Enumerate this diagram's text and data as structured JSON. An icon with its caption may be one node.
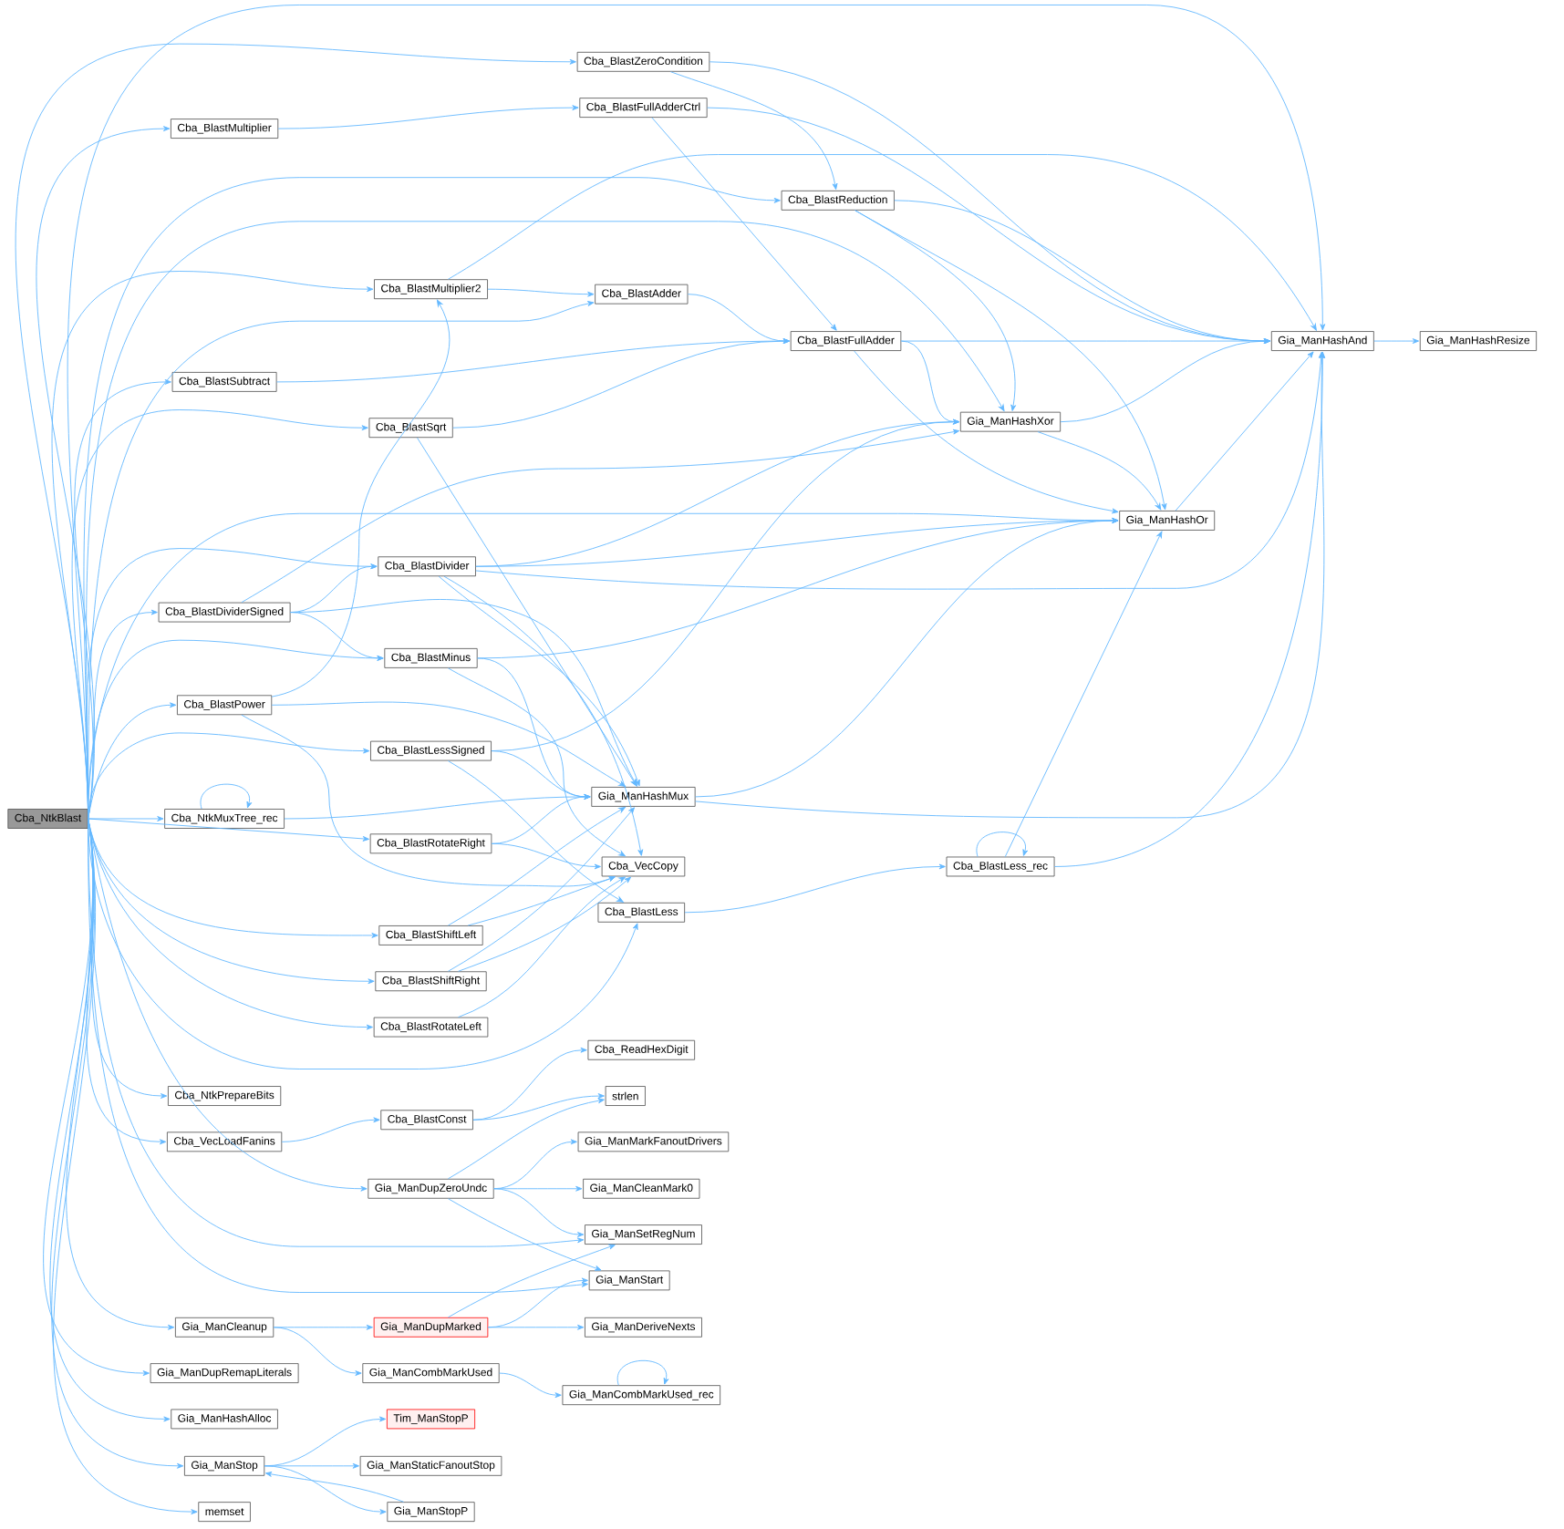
{
  "diagram": {
    "nodes": [
      {
        "text": [
          "Cba_NtkBlast"
        ]
      },
      {
        "text": [
          "Cba_BlastZeroCondition"
        ]
      },
      {
        "text": [
          "Cba_BlastMultiplier"
        ]
      },
      {
        "text": [
          "Cba_BlastFullAdderCtrl"
        ]
      },
      {
        "text": [
          "Cba_BlastReduction"
        ]
      },
      {
        "text": [
          "Cba_BlastMultiplier2"
        ]
      },
      {
        "text": [
          "Cba_BlastAdder"
        ]
      },
      {
        "text": [
          "Cba_BlastFullAdder"
        ]
      },
      {
        "text": [
          "Gia_ManHashAnd"
        ]
      },
      {
        "text": [
          "Gia_ManHashResize"
        ]
      },
      {
        "text": [
          "Cba_BlastSubtract"
        ]
      },
      {
        "text": [
          "Cba_BlastSqrt"
        ]
      },
      {
        "text": [
          "Gia_ManHashXor"
        ]
      },
      {
        "text": [
          "Gia_ManHashOr"
        ]
      },
      {
        "text": [
          "Cba_BlastDivider"
        ]
      },
      {
        "text": [
          "Cba_BlastDividerSigned"
        ]
      },
      {
        "text": [
          "Cba_BlastMinus"
        ]
      },
      {
        "text": [
          "Cba_BlastPower"
        ]
      },
      {
        "text": [
          "Cba_BlastLessSigned"
        ]
      },
      {
        "text": [
          "Gia_ManHashMux"
        ]
      },
      {
        "text": [
          "Cba_NtkMuxTree_rec"
        ]
      },
      {
        "text": [
          "Cba_BlastRotateRight"
        ]
      },
      {
        "text": [
          "Cba_VecCopy"
        ]
      },
      {
        "text": [
          "Cba_BlastLess_rec"
        ]
      },
      {
        "text": [
          "Cba_BlastLess"
        ]
      },
      {
        "text": [
          "Cba_BlastShiftLeft"
        ]
      },
      {
        "text": [
          "Cba_BlastShiftRight"
        ]
      },
      {
        "text": [
          "Cba_BlastRotateLeft"
        ]
      },
      {
        "text": [
          "Cba_ReadHexDigit"
        ]
      },
      {
        "text": [
          "Cba_NtkPrepareBits"
        ]
      },
      {
        "text": [
          "strlen"
        ]
      },
      {
        "text": [
          "Cba_BlastConst"
        ]
      },
      {
        "text": [
          "Cba_VecLoadFanins"
        ]
      },
      {
        "text": [
          "Gia_ManMarkFanoutDrivers"
        ]
      },
      {
        "text": [
          "Gia_ManDupZeroUndc"
        ]
      },
      {
        "text": [
          "Gia_ManCleanMark0"
        ]
      },
      {
        "text": [
          "Gia_ManSetRegNum"
        ]
      },
      {
        "text": [
          "Gia_ManStart"
        ]
      },
      {
        "text": [
          "Gia_ManCleanup"
        ]
      },
      {
        "text": [
          "Gia_ManDupMarked"
        ]
      },
      {
        "text": [
          "Gia_ManDeriveNexts"
        ]
      },
      {
        "text": [
          "Gia_ManDupRemapLiterals"
        ]
      },
      {
        "text": [
          "Gia_ManCombMarkUsed"
        ]
      },
      {
        "text": [
          "Gia_ManCombMarkUsed_rec"
        ]
      },
      {
        "text": [
          "Gia_ManHashAlloc"
        ]
      },
      {
        "text": [
          "Tim_ManStopP"
        ]
      },
      {
        "text": [
          "Gia_ManStop"
        ]
      },
      {
        "text": [
          "Gia_ManStaticFanoutStop"
        ]
      },
      {
        "text": [
          "memset"
        ]
      },
      {
        "text": [
          "Gia_ManStopP"
        ]
      }
    ],
    "edges": [
      {
        "from": 0,
        "to": 8,
        "arrow": "to"
      },
      {
        "from": 0,
        "to": 1,
        "arrow": "to"
      },
      {
        "from": 0,
        "to": 2,
        "arrow": "to"
      },
      {
        "from": 0,
        "to": 4,
        "arrow": "to"
      },
      {
        "from": 0,
        "to": 12,
        "arrow": "to"
      },
      {
        "from": 0,
        "to": 5,
        "arrow": "to"
      },
      {
        "from": 0,
        "to": 6,
        "arrow": "to"
      },
      {
        "from": 0,
        "to": 10,
        "arrow": "to"
      },
      {
        "from": 0,
        "to": 11,
        "arrow": "to"
      },
      {
        "from": 0,
        "to": 13,
        "arrow": "to"
      },
      {
        "from": 0,
        "to": 14,
        "arrow": "to"
      },
      {
        "from": 0,
        "to": 15,
        "arrow": "to"
      },
      {
        "from": 0,
        "to": 16,
        "arrow": "to"
      },
      {
        "from": 0,
        "to": 17,
        "arrow": "to"
      },
      {
        "from": 0,
        "to": 18,
        "arrow": "to"
      },
      {
        "from": 0,
        "to": 20,
        "arrow": "to"
      },
      {
        "from": 0,
        "to": 21,
        "arrow": "to"
      },
      {
        "from": 0,
        "to": 25,
        "arrow": "to"
      },
      {
        "from": 0,
        "to": 26,
        "arrow": "to"
      },
      {
        "from": 0,
        "to": 27,
        "arrow": "to"
      },
      {
        "from": 0,
        "to": 24,
        "arrow": "to"
      },
      {
        "from": 0,
        "to": 29,
        "arrow": "to"
      },
      {
        "from": 0,
        "to": 32,
        "arrow": "to"
      },
      {
        "from": 0,
        "to": 34,
        "arrow": "to"
      },
      {
        "from": 0,
        "to": 36,
        "arrow": "to"
      },
      {
        "from": 0,
        "to": 37,
        "arrow": "to"
      },
      {
        "from": 0,
        "to": 38,
        "arrow": "to"
      },
      {
        "from": 0,
        "to": 41,
        "arrow": "to"
      },
      {
        "from": 0,
        "to": 44,
        "arrow": "to"
      },
      {
        "from": 0,
        "to": 46,
        "arrow": "to"
      },
      {
        "from": 0,
        "to": 48,
        "arrow": "to"
      },
      {
        "from": 1,
        "to": 8,
        "arrow": "to"
      },
      {
        "from": 1,
        "to": 4,
        "arrow": "to"
      },
      {
        "from": 2,
        "to": 3,
        "arrow": "to"
      },
      {
        "from": 3,
        "to": 8,
        "arrow": "to"
      },
      {
        "from": 3,
        "to": 7,
        "arrow": "to"
      },
      {
        "from": 4,
        "to": 8,
        "arrow": "to"
      },
      {
        "from": 4,
        "to": 12,
        "arrow": "to"
      },
      {
        "from": 4,
        "to": 13,
        "arrow": "to"
      },
      {
        "from": 5,
        "to": 8,
        "arrow": "to"
      },
      {
        "from": 5,
        "to": 6,
        "arrow": "to"
      },
      {
        "from": 6,
        "to": 7,
        "arrow": "to"
      },
      {
        "from": 7,
        "to": 8,
        "arrow": "to"
      },
      {
        "from": 7,
        "to": 12,
        "arrow": "to"
      },
      {
        "from": 7,
        "to": 13,
        "arrow": "to"
      },
      {
        "from": 8,
        "to": 9,
        "arrow": "to"
      },
      {
        "from": 10,
        "to": 7,
        "arrow": "to"
      },
      {
        "from": 11,
        "to": 7,
        "arrow": "to"
      },
      {
        "from": 11,
        "to": 19,
        "arrow": "to"
      },
      {
        "from": 12,
        "to": 8,
        "arrow": "to"
      },
      {
        "from": 12,
        "to": 13,
        "arrow": "to"
      },
      {
        "from": 13,
        "to": 8,
        "arrow": "to"
      },
      {
        "from": 14,
        "to": 12,
        "arrow": "to"
      },
      {
        "from": 14,
        "to": 13,
        "arrow": "to"
      },
      {
        "from": 14,
        "to": 8,
        "arrow": "to"
      },
      {
        "from": 14,
        "to": 19,
        "arrow": "to"
      },
      {
        "from": 14,
        "to": 22,
        "arrow": "to"
      },
      {
        "from": 15,
        "to": 12,
        "arrow": "to"
      },
      {
        "from": 15,
        "to": 14,
        "arrow": "to"
      },
      {
        "from": 15,
        "to": 16,
        "arrow": "to"
      },
      {
        "from": 15,
        "to": 19,
        "arrow": "to"
      },
      {
        "from": 16,
        "to": 13,
        "arrow": "to"
      },
      {
        "from": 16,
        "to": 19,
        "arrow": "to"
      },
      {
        "from": 16,
        "to": 22,
        "arrow": "to"
      },
      {
        "from": 17,
        "to": 5,
        "arrow": "to"
      },
      {
        "from": 17,
        "to": 19,
        "arrow": "to"
      },
      {
        "from": 17,
        "to": 22,
        "arrow": "to"
      },
      {
        "from": 18,
        "to": 12,
        "arrow": "to"
      },
      {
        "from": 18,
        "to": 19,
        "arrow": "to"
      },
      {
        "from": 18,
        "to": 24,
        "arrow": "to"
      },
      {
        "from": 19,
        "to": 13,
        "arrow": "to"
      },
      {
        "from": 19,
        "to": 8,
        "arrow": "to"
      },
      {
        "from": 20,
        "to": 20,
        "arrow": "to"
      },
      {
        "from": 20,
        "to": 19,
        "arrow": "to"
      },
      {
        "from": 21,
        "to": 19,
        "arrow": "to"
      },
      {
        "from": 21,
        "to": 22,
        "arrow": "to"
      },
      {
        "from": 23,
        "to": 23,
        "arrow": "to"
      },
      {
        "from": 23,
        "to": 13,
        "arrow": "to"
      },
      {
        "from": 23,
        "to": 8,
        "arrow": "to"
      },
      {
        "from": 24,
        "to": 23,
        "arrow": "to"
      },
      {
        "from": 25,
        "to": 19,
        "arrow": "to"
      },
      {
        "from": 25,
        "to": 22,
        "arrow": "to"
      },
      {
        "from": 26,
        "to": 19,
        "arrow": "to"
      },
      {
        "from": 26,
        "to": 22,
        "arrow": "to"
      },
      {
        "from": 27,
        "to": 22,
        "arrow": "to"
      },
      {
        "from": 31,
        "to": 28,
        "arrow": "to"
      },
      {
        "from": 31,
        "to": 30,
        "arrow": "to"
      },
      {
        "from": 32,
        "to": 31,
        "arrow": "to"
      },
      {
        "from": 34,
        "to": 30,
        "arrow": "to"
      },
      {
        "from": 34,
        "to": 33,
        "arrow": "to"
      },
      {
        "from": 34,
        "to": 35,
        "arrow": "to"
      },
      {
        "from": 34,
        "to": 36,
        "arrow": "to"
      },
      {
        "from": 34,
        "to": 37,
        "arrow": "to"
      },
      {
        "from": 38,
        "to": 39,
        "arrow": "to"
      },
      {
        "from": 38,
        "to": 42,
        "arrow": "to"
      },
      {
        "from": 39,
        "to": 36,
        "arrow": "to"
      },
      {
        "from": 39,
        "to": 37,
        "arrow": "to"
      },
      {
        "from": 39,
        "to": 40,
        "arrow": "to"
      },
      {
        "from": 42,
        "to": 43,
        "arrow": "to"
      },
      {
        "from": 43,
        "to": 43,
        "arrow": "to"
      },
      {
        "from": 46,
        "to": 45,
        "arrow": "to"
      },
      {
        "from": 46,
        "to": 47,
        "arrow": "to"
      },
      {
        "from": 46,
        "to": 49,
        "arrow": "to"
      },
      {
        "from": 49,
        "to": 46,
        "arrow": "to"
      }
    ]
  }
}
